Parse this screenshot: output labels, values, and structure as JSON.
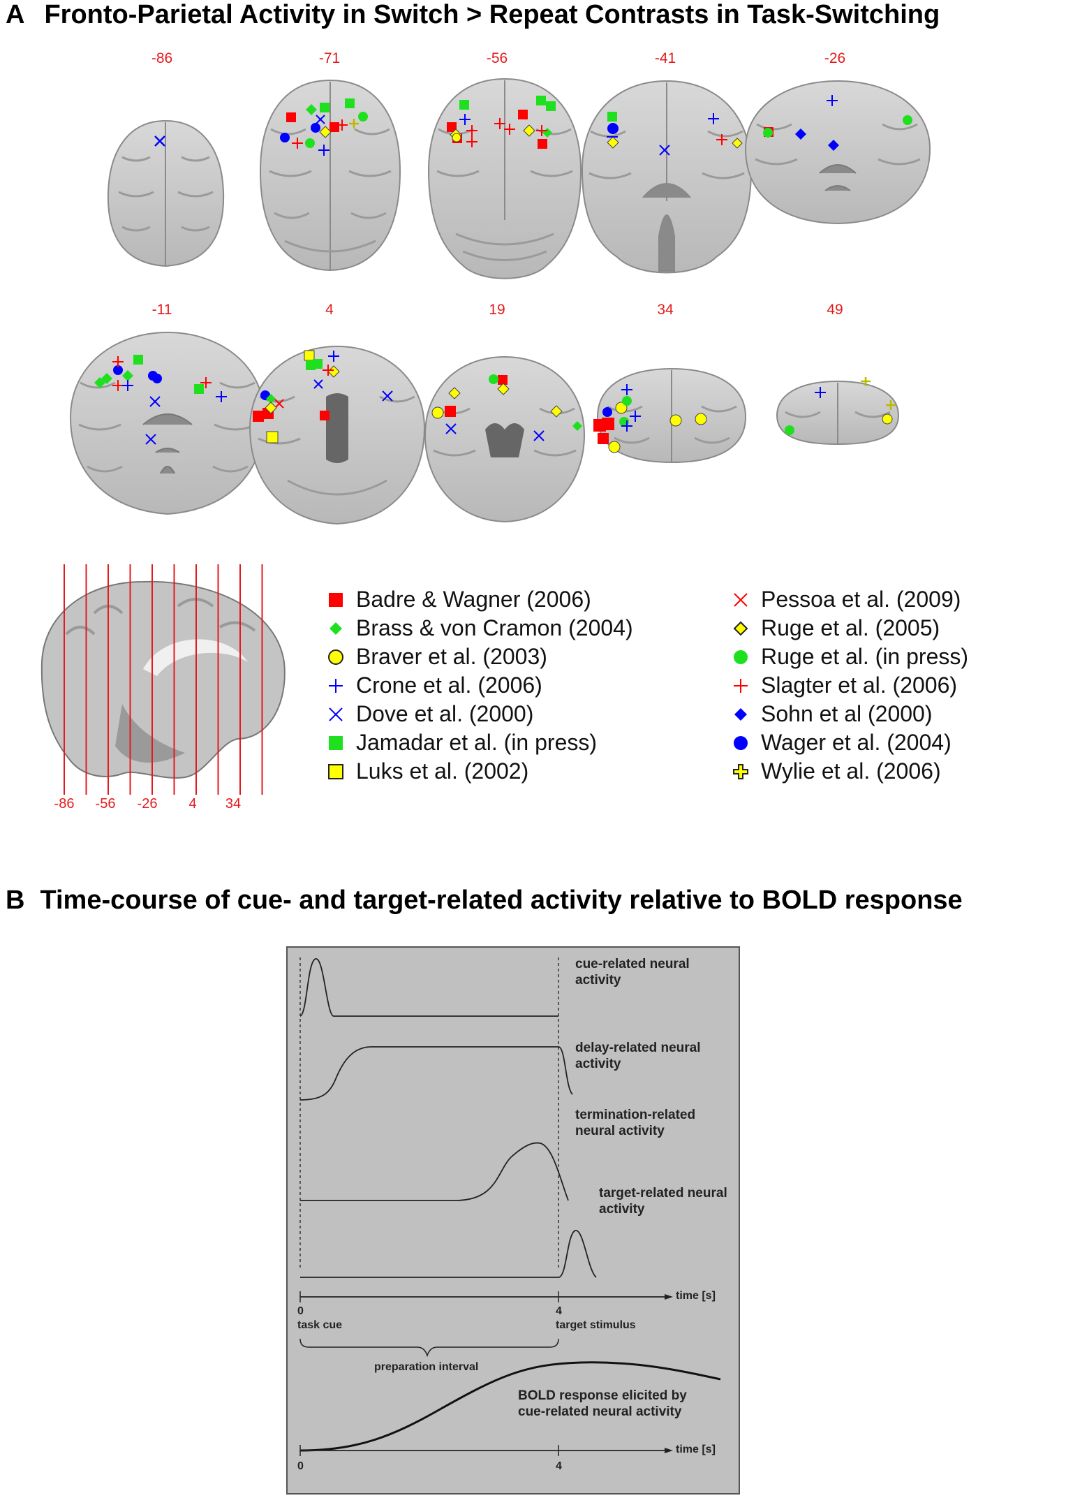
{
  "panel_a": {
    "letter": "A",
    "title": "Fronto-Parietal Activity in Switch > Repeat Contrasts in Task-Switching",
    "slices_row1": [
      "-86",
      "-71",
      "-56",
      "-41",
      "-26"
    ],
    "slices_row2": [
      "-11",
      "4",
      "19",
      "34",
      "49"
    ],
    "sagittal_labels": [
      "-86",
      "-56",
      "-26",
      "4",
      "34"
    ],
    "legend_left": [
      {
        "label": "Badre & Wagner (2006)",
        "icon": "red-square-icon"
      },
      {
        "label": "Brass & von Cramon (2004)",
        "icon": "green-diamond-icon"
      },
      {
        "label": "Braver et al. (2003)",
        "icon": "yellow-circle-icon"
      },
      {
        "label": "Crone et al. (2006)",
        "icon": "blue-plus-icon"
      },
      {
        "label": "Dove et al. (2000)",
        "icon": "blue-cross-icon"
      },
      {
        "label": "Jamadar et al. (in press)",
        "icon": "green-square-icon"
      },
      {
        "label": "Luks et al. (2002)",
        "icon": "yellow-square-icon"
      }
    ],
    "legend_right": [
      {
        "label": "Pessoa et al. (2009)",
        "icon": "red-cross-icon"
      },
      {
        "label": "Ruge et al. (2005)",
        "icon": "yellow-diamond-icon"
      },
      {
        "label": "Ruge et al. (in press)",
        "icon": "green-circle-icon"
      },
      {
        "label": "Slagter et al. (2006)",
        "icon": "red-plus-icon"
      },
      {
        "label": "Sohn et al (2000)",
        "icon": "blue-diamond-icon"
      },
      {
        "label": "Wager et al. (2004)",
        "icon": "blue-circle-icon"
      },
      {
        "label": "Wylie et al. (2006)",
        "icon": "yellow-plus-icon"
      }
    ],
    "colors": {
      "red": "#ff0000",
      "green": "#1ee01e",
      "blue": "#0000ff",
      "yellow": "#ffff00",
      "label_red": "#e41a1c"
    }
  },
  "panel_b": {
    "letter": "B",
    "title": "Time-course of cue- and target-related activity relative to BOLD response",
    "traces": [
      {
        "line1": "cue-related neural",
        "line2": "activity"
      },
      {
        "line1": "delay-related neural",
        "line2": "activity"
      },
      {
        "line1": "termination-related",
        "line2": "neural activity"
      },
      {
        "line1": "target-related neural",
        "line2": "activity"
      }
    ],
    "axis_label": "time [s]",
    "tick_0": "0",
    "tick_4": "4",
    "task_cue": "task cue",
    "target_stimulus": "target stimulus",
    "preparation_interval": "preparation interval",
    "bold_line1": "BOLD response elicited by",
    "bold_line2": "cue-related neural activity",
    "bold_axis_label": "time [s]",
    "bold_tick_0": "0",
    "bold_tick_4": "4"
  }
}
